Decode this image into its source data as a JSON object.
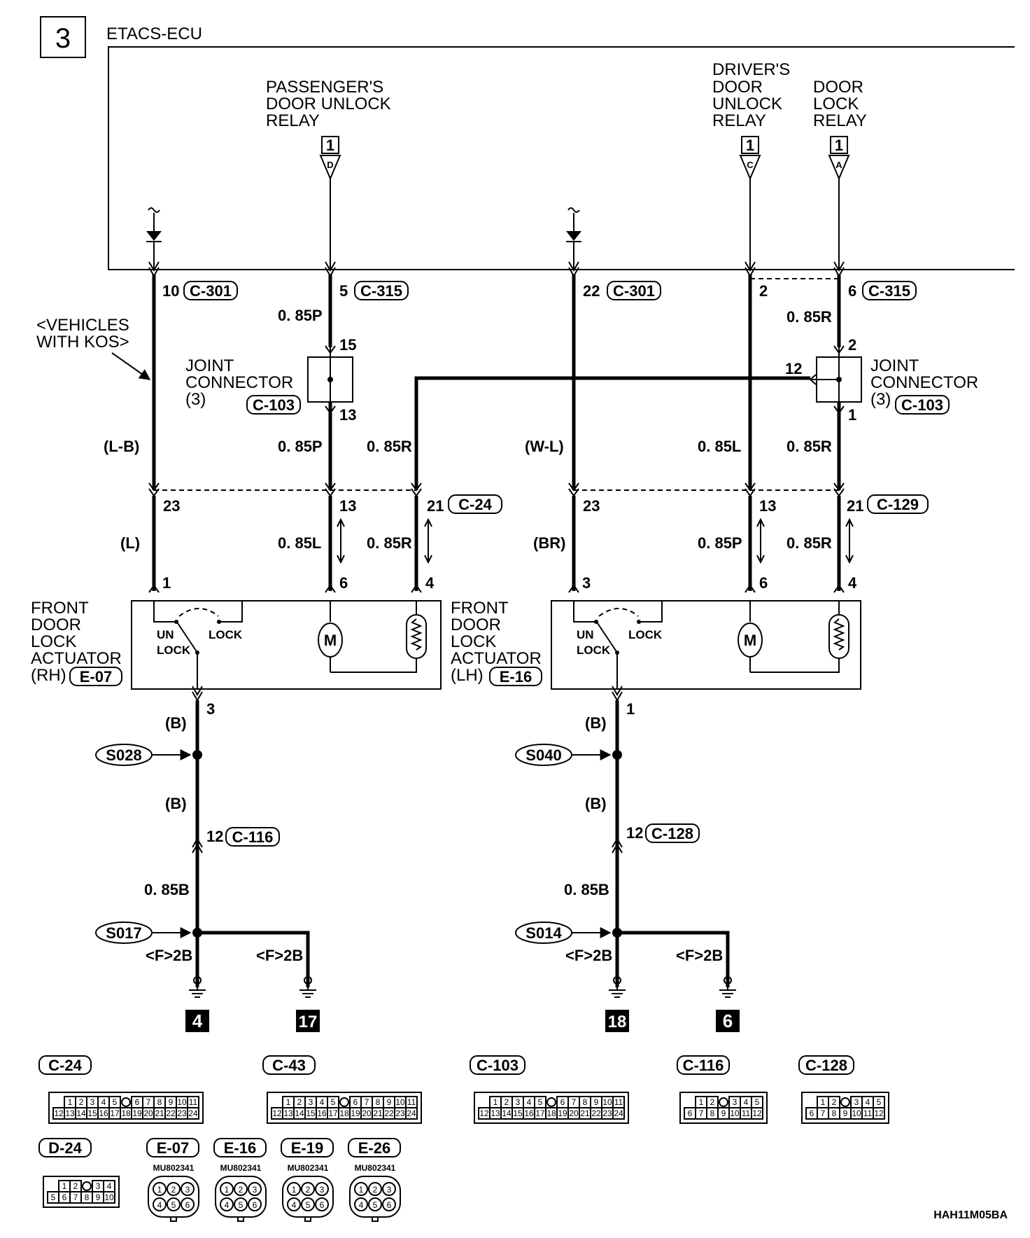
{
  "page_number": "3",
  "ecu_label": "ETACS-ECU",
  "relays": {
    "passenger": {
      "line1": "PASSENGER'S",
      "line2": "DOOR UNLOCK",
      "line3": "RELAY",
      "ref": "1",
      "letter": "D"
    },
    "driver": {
      "line1": "DRIVER'S",
      "line2": "DOOR",
      "line3": "UNLOCK",
      "line4": "RELAY",
      "ref": "1",
      "letter": "C"
    },
    "lock": {
      "line1": "DOOR",
      "line2": "LOCK",
      "line3": "RELAY",
      "ref": "1",
      "letter": "A"
    }
  },
  "ecu_pins": {
    "p10": "10",
    "c301a": "C-301",
    "p5": "5",
    "c315a": "C-315",
    "p22": "22",
    "c301b": "C-301",
    "p2": "2",
    "p6": "6",
    "c315b": "C-315"
  },
  "kos_note": {
    "line1": "<VEHICLES",
    "line2": "WITH KOS>"
  },
  "wires": {
    "w085p_a": "0. 85P",
    "w085r_a": "0. 85R",
    "lb": "(L-B)",
    "w085p_b": "0. 85P",
    "w085r_b": "0. 85R",
    "wl": "(W-L)",
    "w085l_a": "0. 85L",
    "w085r_c": "0. 85R",
    "l": "(L)",
    "w085l_b": "0. 85L",
    "w085r_d": "0. 85R",
    "br": "(BR)",
    "w085p_c": "0. 85P",
    "w085r_e": "0. 85R",
    "b1": "(B)",
    "b2": "(B)",
    "b3": "(B)",
    "b4": "(B)",
    "w085b_a": "0. 85B",
    "w085b_b": "0. 85B",
    "f2b_1": "<F>2B",
    "f2b_2": "<F>2B",
    "f2b_3": "<F>2B",
    "f2b_4": "<F>2B"
  },
  "joint_left": {
    "line1": "JOINT",
    "line2": "CONNECTOR",
    "line3": "(3)",
    "conn": "C-103",
    "pin_top": "15",
    "pin_bot": "13"
  },
  "joint_right": {
    "line1": "JOINT",
    "line2": "CONNECTOR",
    "line3": "(3)",
    "conn": "C-103",
    "pin_top": "2",
    "pin_side": "12",
    "pin_bot": "1"
  },
  "mid_pins": {
    "a23": "23",
    "a13": "13",
    "a21": "21",
    "c24": "C-24",
    "b23": "23",
    "b13": "13",
    "b21": "21",
    "c129": "C-129"
  },
  "act_pins": {
    "r1": "1",
    "r6": "6",
    "r4": "4",
    "l3": "3",
    "l6": "6",
    "l4": "4",
    "r3": "3",
    "l1": "1"
  },
  "actuator_rh": {
    "line1": "FRONT",
    "line2": "DOOR",
    "line3": "LOCK",
    "line4": "ACTUATOR",
    "line5": "(RH)",
    "conn": "E-07",
    "unlock1": "UN",
    "unlock2": "LOCK",
    "lock": "LOCK",
    "motor": "M"
  },
  "actuator_lh": {
    "line1": "FRONT",
    "line2": "DOOR",
    "line3": "LOCK",
    "line4": "ACTUATOR",
    "line5": "(LH)",
    "conn": "E-16",
    "unlock1": "UN",
    "unlock2": "LOCK",
    "lock": "LOCK",
    "motor": "M"
  },
  "splices": {
    "s028": "S028",
    "s040": "S040",
    "s017": "S017",
    "s014": "S014"
  },
  "lower_pins": {
    "p12a": "12",
    "c116": "C-116",
    "p12b": "12",
    "c128": "C-128"
  },
  "grounds": {
    "g4": "4",
    "g17": "17",
    "g18": "18",
    "g6": "6"
  },
  "connectors": {
    "c24": {
      "name": "C-24",
      "row1": [
        "1",
        "2",
        "3",
        "4",
        "5",
        "",
        "6",
        "7",
        "8",
        "9",
        "10",
        "11"
      ],
      "row2": [
        "12",
        "13",
        "14",
        "15",
        "16",
        "17",
        "18",
        "19",
        "20",
        "21",
        "22",
        "23",
        "24"
      ]
    },
    "c43": {
      "name": "C-43",
      "row1": [
        "1",
        "2",
        "3",
        "4",
        "5",
        "",
        "6",
        "7",
        "8",
        "9",
        "10",
        "11"
      ],
      "row2": [
        "12",
        "13",
        "14",
        "15",
        "16",
        "17",
        "18",
        "19",
        "20",
        "21",
        "22",
        "23",
        "24"
      ]
    },
    "c103": {
      "name": "C-103",
      "row1": [
        "1",
        "2",
        "3",
        "4",
        "5",
        "",
        "6",
        "7",
        "8",
        "9",
        "10",
        "11"
      ],
      "row2": [
        "12",
        "13",
        "14",
        "15",
        "16",
        "17",
        "18",
        "19",
        "20",
        "21",
        "22",
        "23",
        "24"
      ]
    },
    "c116": {
      "name": "C-116",
      "row1": [
        "1",
        "2",
        "",
        "3",
        "4",
        "5"
      ],
      "row2": [
        "6",
        "7",
        "8",
        "9",
        "10",
        "11",
        "12"
      ]
    },
    "c128": {
      "name": "C-128",
      "row1": [
        "1",
        "2",
        "",
        "3",
        "4",
        "5"
      ],
      "row2": [
        "6",
        "7",
        "8",
        "9",
        "10",
        "11",
        "12"
      ]
    },
    "d24": {
      "name": "D-24",
      "row1": [
        "1",
        "2",
        "",
        "3",
        "4"
      ],
      "row2": [
        "5",
        "6",
        "7",
        "8",
        "9",
        "10"
      ]
    },
    "e07": {
      "name": "E-07",
      "part": "MU802341"
    },
    "e16": {
      "name": "E-16",
      "part": "MU802341"
    },
    "e19": {
      "name": "E-19",
      "part": "MU802341"
    },
    "e26": {
      "name": "E-26",
      "part": "MU802341"
    },
    "round_pins": [
      "1",
      "2",
      "3",
      "4",
      "5",
      "6"
    ]
  },
  "figure_code": "HAH11M05BA"
}
